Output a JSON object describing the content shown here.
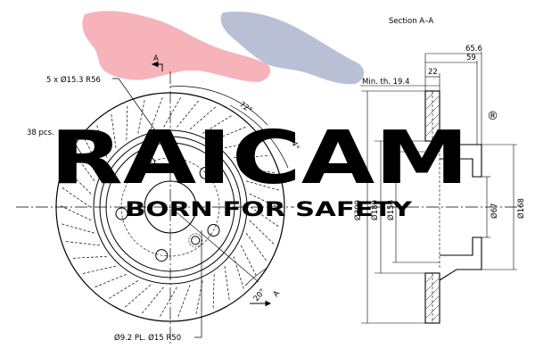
{
  "watermark": {
    "brand": "RAICAM",
    "registered": "®",
    "slogan": "BORN FOR SAFETY",
    "brand_color": "#f5a0a8",
    "cat_color_red": "#f6b3b9",
    "cat_color_blue": "#b9c0d6"
  },
  "labels": {
    "section_title": "Section A–A",
    "section_marker_top": "A",
    "section_marker_bottom": "A",
    "bolts": "5 x Ø15.3 R56",
    "vanes": "38 pcs.",
    "angle_72": "72°",
    "angle_124": "124°",
    "angle_20": "20°",
    "holes": "Ø9.2 PL. Ø15 R50"
  },
  "dimensions": {
    "width_total": "65.6",
    "width_hat": "59",
    "width_disc": "22",
    "min_thickness": "Min. th. 19.4",
    "dia_outer": "Ø300",
    "dia_180": "Ø180",
    "dia_158": "Ø158",
    "dia_67": "Ø67",
    "dia_168": "Ø168"
  },
  "colors": {
    "line": "#000000"
  }
}
